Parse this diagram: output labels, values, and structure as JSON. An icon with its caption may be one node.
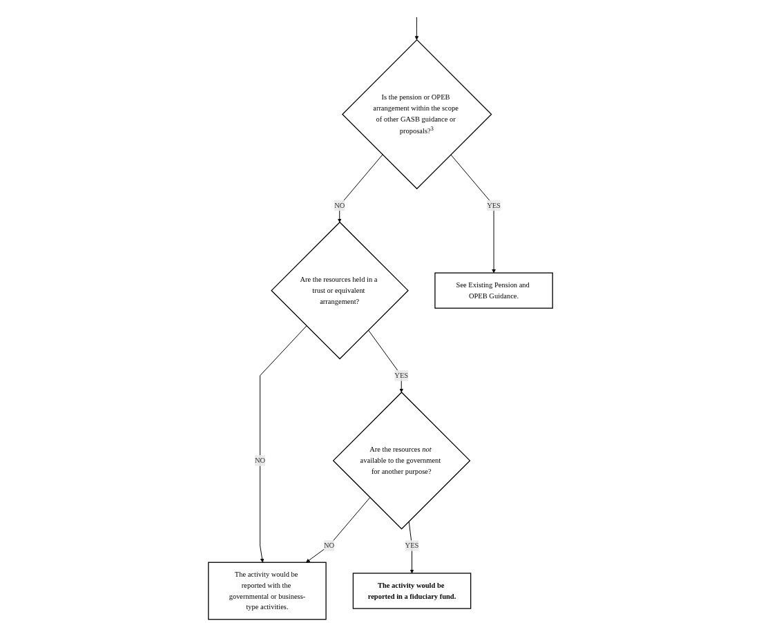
{
  "diagram": {
    "nodes": [
      {
        "text": [
          "Is the pension or OPEB arrangement within the scope of other GASB guidance or proposals?$^{3}$"
        ]
      },
      {
        "text": [
          "Are the resources held in a trust or equivalent arrangement?"
        ]
      },
      {
        "text": [
          "See Existing Pension and OPEB Guidance."
        ]
      },
      {
        "text": [
          "The activity would be reported with the governmental or business-type activities."
        ]
      },
      {
        "text": [
          "Are the resources *not* available to the government for another purpose?"
        ]
      },
      {
        "text": [
          "The activity would be reported in a fiduciary fund."
        ]
      }
    ],
    "edges": [
      {
        "from": null,
        "to": 0,
        "arrow": "to"
      },
      {
        "from": 0,
        "to": 1,
        "arrow": "to",
        "label": "NO"
      },
      {
        "from": 0,
        "to": 2,
        "arrow": "to",
        "label": "YES"
      },
      {
        "from": 1,
        "to": 4,
        "arrow": "to",
        "label": "YES"
      },
      {
        "from": 1,
        "to": 3,
        "arrow": "to",
        "label": "NO"
      },
      {
        "from": 4,
        "to": 3,
        "arrow": "to",
        "label": "NO"
      },
      {
        "from": 4,
        "to": 5,
        "arrow": "to",
        "label": "YES"
      }
    ]
  }
}
